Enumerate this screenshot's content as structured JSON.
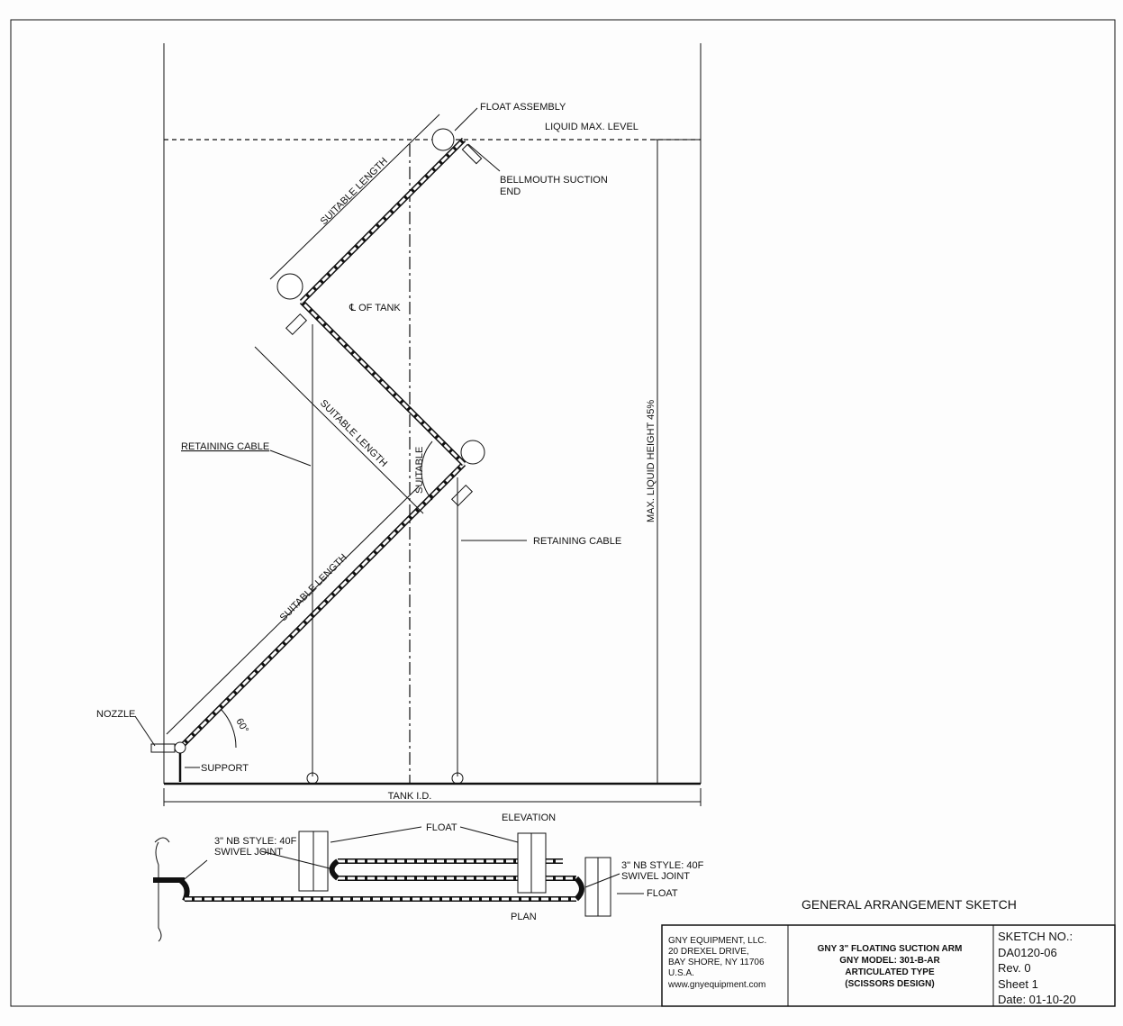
{
  "elevation": {
    "float_assembly": "FLOAT ASSEMBLY",
    "liquid_max_level": "LIQUID MAX. LEVEL",
    "bellmouth_1": "BELLMOUTH SUCTION",
    "bellmouth_2": "END",
    "centerline": "℄ OF TANK",
    "retaining_cable_left": "RETAINING CABLE",
    "retaining_cable_right": "RETAINING CABLE",
    "suitable_length_upper": "SUITABLE LENGTH",
    "suitable_length_middle": "SUITABLE LENGTH",
    "suitable_length_lower": "SUITABLE LENGTH",
    "suitable": "SUITABLE",
    "max_liquid_height": "MAX. LIQUID HEIGHT 45%",
    "nozzle": "NOZZLE",
    "support": "SUPPORT",
    "angle": "60°",
    "tank_id": "TANK I.D.",
    "title": "ELEVATION"
  },
  "plan": {
    "float_top": "FLOAT",
    "swivel_left_1": "3\" NB STYLE: 40F",
    "swivel_left_2": "SWIVEL JOINT",
    "swivel_right_1": "3\" NB STYLE: 40F",
    "swivel_right_2": "SWIVEL JOINT",
    "float_right": "FLOAT",
    "title": "PLAN"
  },
  "sheet_title": "GENERAL ARRANGEMENT SKETCH",
  "title_block": {
    "company": [
      "GNY EQUIPMENT, LLC.",
      "20 DREXEL DRIVE,",
      "BAY SHORE, NY 11706",
      "U.S.A.",
      "www.gnyequipment.com"
    ],
    "description": [
      "GNY 3\" FLOATING SUCTION ARM",
      "GNY MODEL: 301-B-AR",
      "ARTICULATED TYPE",
      "(SCISSORS DESIGN)"
    ],
    "sketch_label": "SKETCH NO.:",
    "sketch_no": "DA0120-06",
    "rev": "Rev.  0",
    "sheet": "Sheet  1",
    "date": "Date: 01-10-20"
  }
}
